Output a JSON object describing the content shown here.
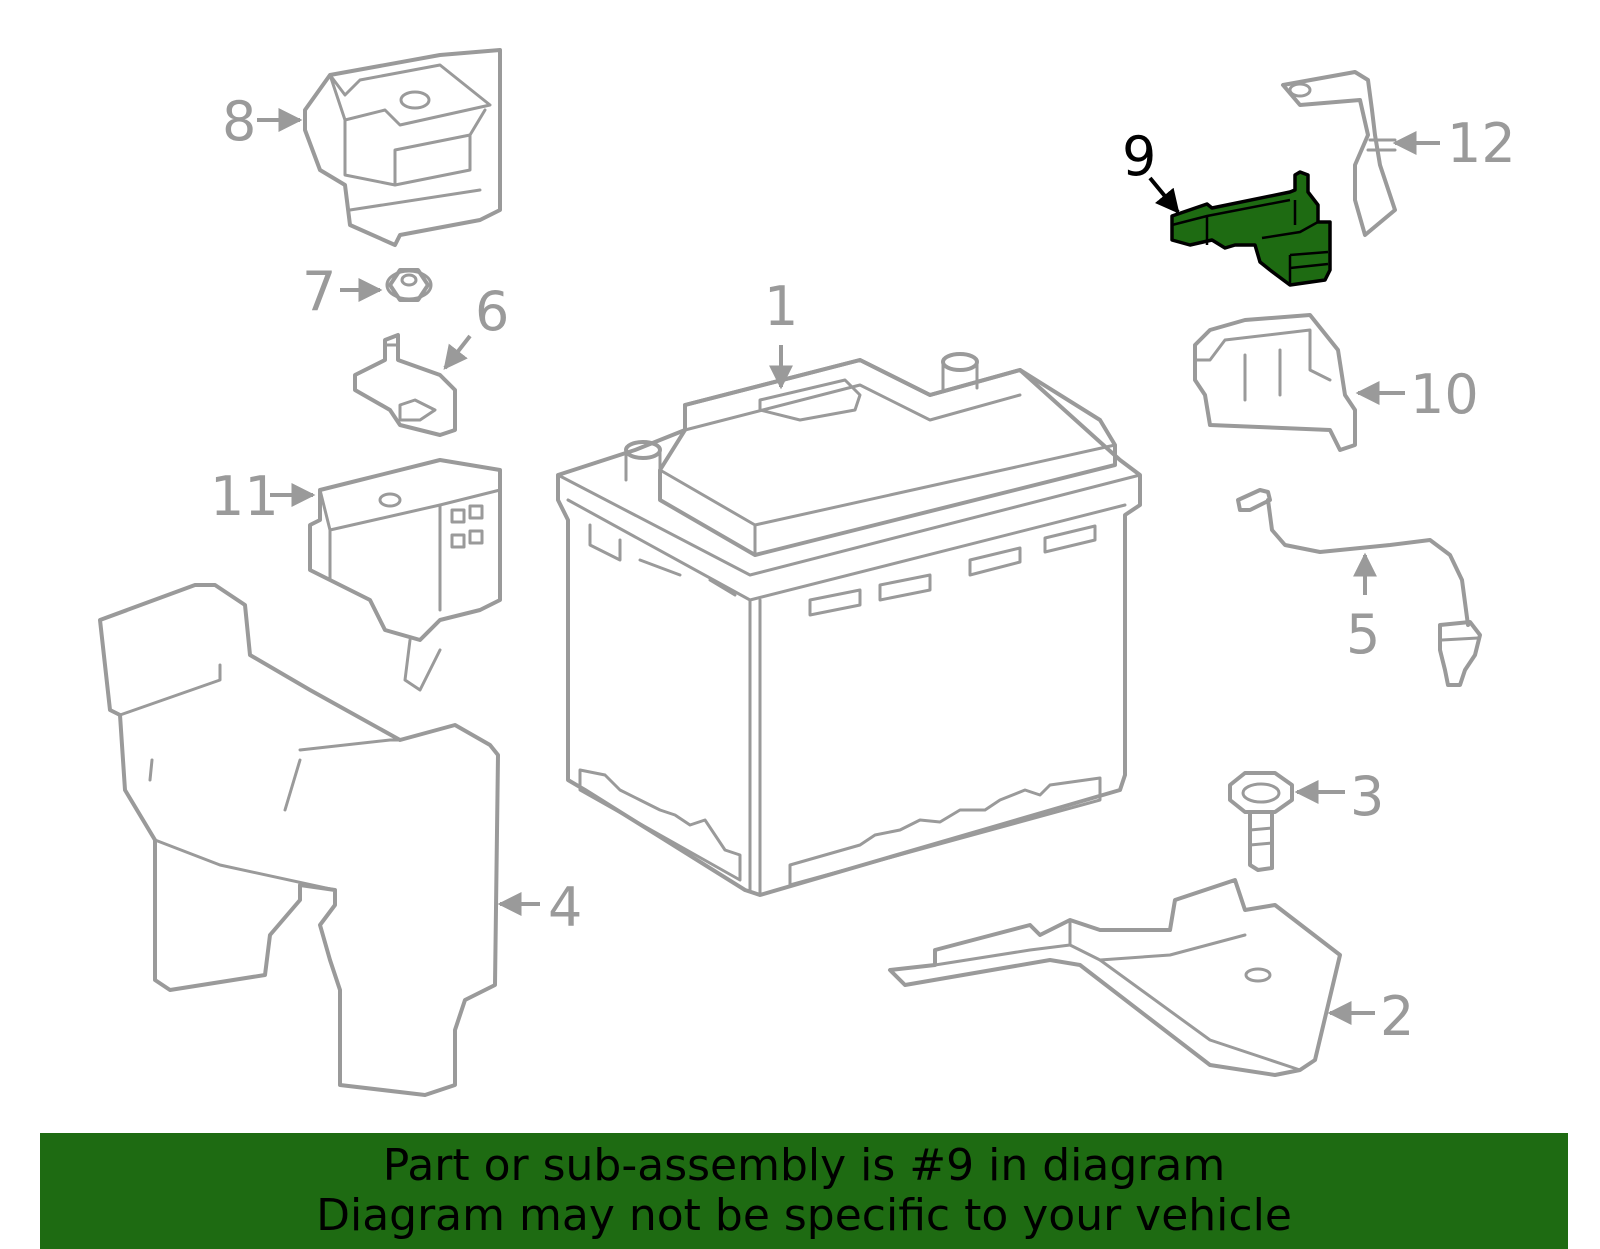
{
  "callouts": {
    "c1": "1",
    "c2": "2",
    "c3": "3",
    "c4": "4",
    "c5": "5",
    "c6": "6",
    "c7": "7",
    "c8": "8",
    "c9": "9",
    "c10": "10",
    "c11": "11",
    "c12": "12"
  },
  "highlighted_part": "9",
  "colors": {
    "highlight": "#1e6b12",
    "line_art": "#9a9a9a",
    "banner_text": "#000000"
  },
  "banner": {
    "line1": "Part or sub-assembly is #9 in diagram",
    "line2": "Diagram may not be specific to your vehicle"
  }
}
